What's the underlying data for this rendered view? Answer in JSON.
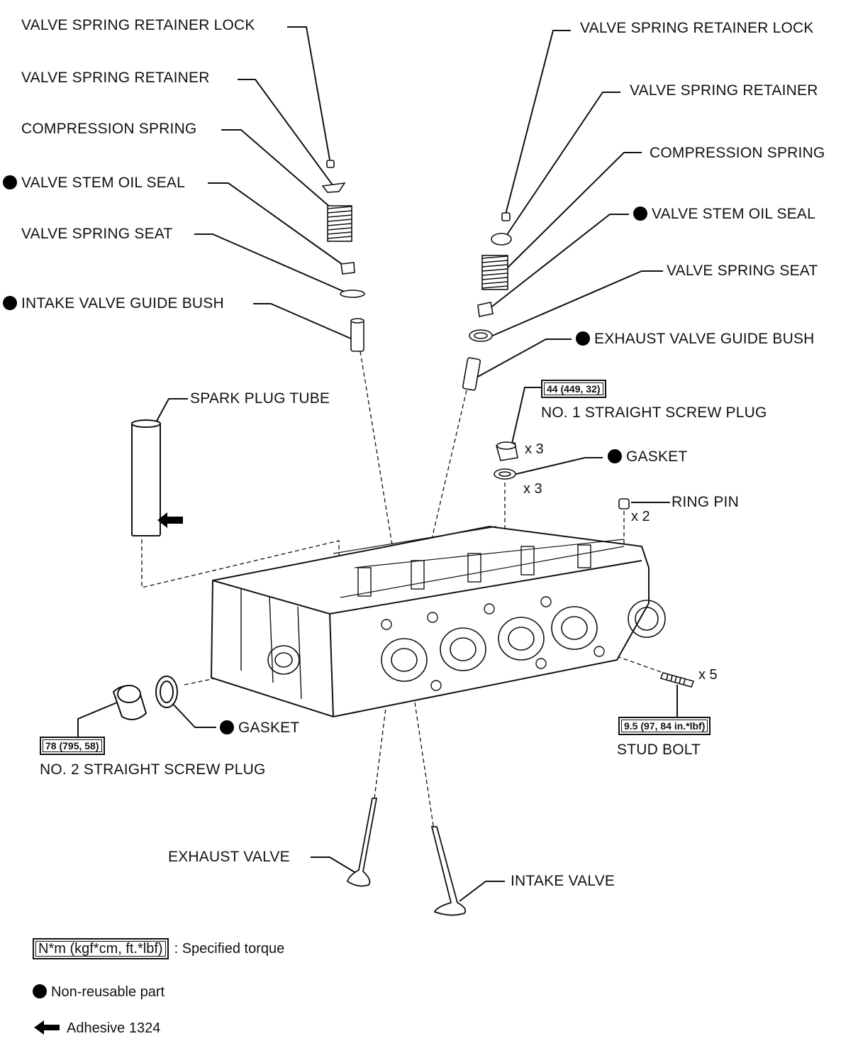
{
  "labels": {
    "l_retainer_lock": "VALVE SPRING RETAINER LOCK",
    "l_retainer": "VALVE SPRING RETAINER",
    "l_spring": "COMPRESSION SPRING",
    "l_oil_seal": "VALVE STEM OIL SEAL",
    "l_seat": "VALVE SPRING SEAT",
    "l_guide": "INTAKE VALVE GUIDE BUSH",
    "r_retainer_lock": "VALVE SPRING RETAINER LOCK",
    "r_retainer": "VALVE SPRING RETAINER",
    "r_spring": "COMPRESSION SPRING",
    "r_oil_seal": "VALVE STEM OIL SEAL",
    "r_seat": "VALVE SPRING SEAT",
    "r_guide": "EXHAUST VALVE GUIDE BUSH",
    "spark_plug_tube": "SPARK PLUG TUBE",
    "no1_plug": "NO. 1 STRAIGHT SCREW PLUG",
    "gasket_right": "GASKET",
    "ring_pin": "RING PIN",
    "stud_bolt": "STUD BOLT",
    "gasket_left": "GASKET",
    "no2_plug": "NO. 2 STRAIGHT SCREW PLUG",
    "exhaust_valve": "EXHAUST VALVE",
    "intake_valve": "INTAKE VALVE"
  },
  "torques": {
    "no1_plug": "44 (449, 32)",
    "stud_bolt": "9.5 (97, 84 in.*lbf)",
    "no2_plug": "78 (795, 58)"
  },
  "quantities": {
    "no1_plug": "x 3",
    "gasket_right": "x 3",
    "ring_pin": "x 2",
    "stud_bolt": "x 5"
  },
  "legend": {
    "torque_box": "N*m (kgf*cm, ft.*lbf)",
    "torque_text": ": Specified torque",
    "non_reusable": "Non-reusable part",
    "adhesive": "Adhesive 1324"
  },
  "icons": {
    "non_reusable": "filled-circle-icon",
    "adhesive": "left-arrow-icon"
  }
}
